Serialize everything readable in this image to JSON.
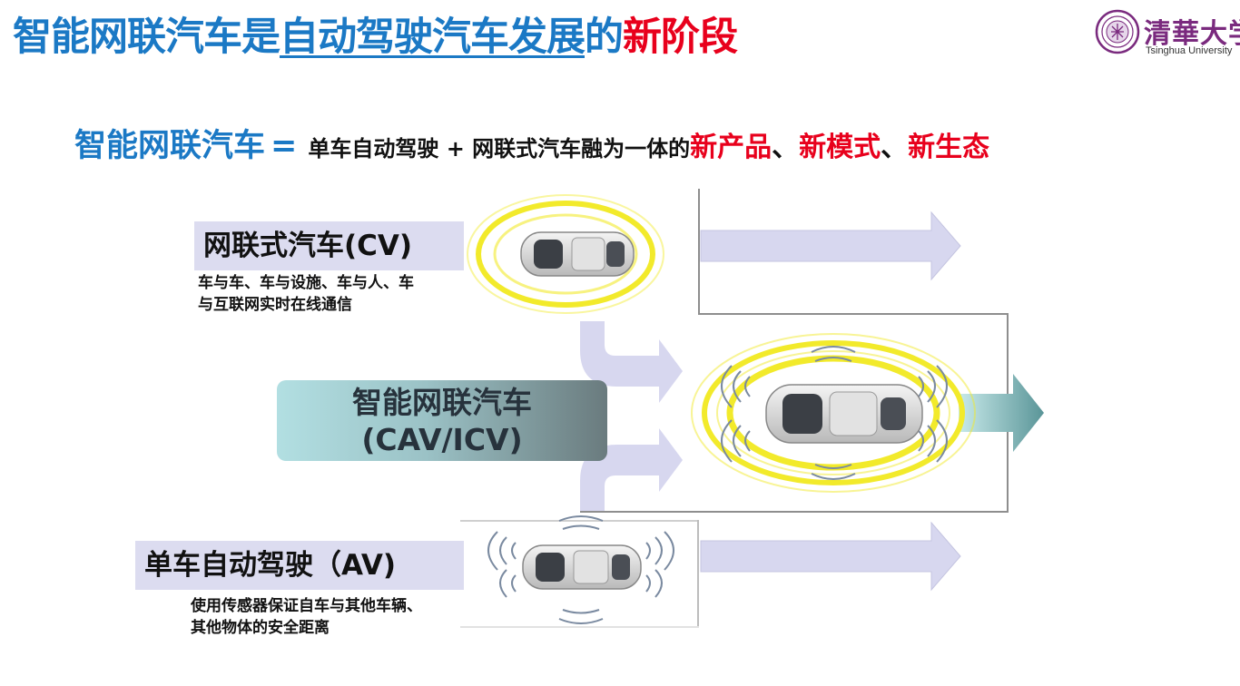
{
  "title": {
    "part1": "智能网联汽车是",
    "part2": "自动驾驶汽车发展",
    "part3": "的",
    "part4": "新阶段"
  },
  "logo": {
    "name_cn": "清華大学",
    "name_en": "Tsinghua University"
  },
  "equation": {
    "lhs": "智能网联汽车",
    "equals": "=",
    "middle": "单车自动驾驶 + 网联式汽车融为一体的",
    "item1": "新产品",
    "sep1": "、",
    "item2": "新模式",
    "sep2": "、",
    "item3": "新生态"
  },
  "cv": {
    "label": "网联式汽车(CV)",
    "desc_line1": "车与车、车与设施、车与人、车",
    "desc_line2": "与互联网实时在线通信"
  },
  "icv": {
    "line1": "智能网联汽车",
    "line2": "(CAV/ICV)"
  },
  "av": {
    "label": "单车自动驾驶（AV)",
    "desc_line1": "使用传感器保证自车与其他车辆、",
    "desc_line2": "其他物体的安全距离"
  },
  "colors": {
    "title_blue": "#1b79c5",
    "accent_red": "#e8001c",
    "arrow_lavender": "#d7d7ef",
    "ring_yellow": "#f2ea2b",
    "tsinghua_purple": "#7a2a7e"
  }
}
